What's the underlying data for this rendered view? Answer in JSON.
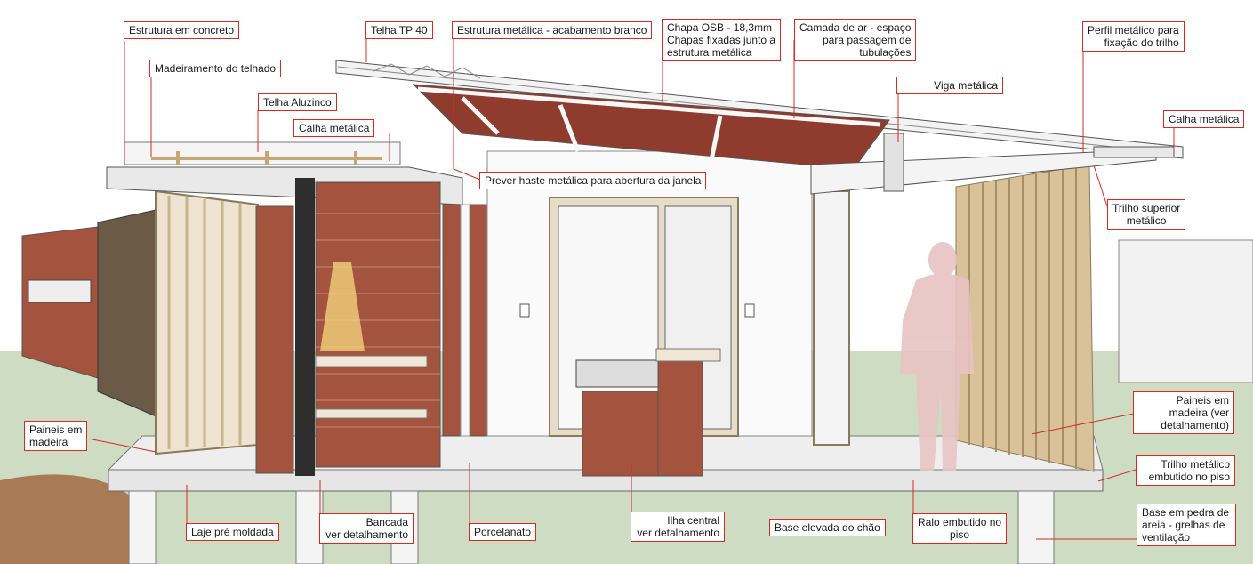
{
  "colors": {
    "label_border": "#d8281f",
    "leader_line": "#d8281f",
    "brick": "#a4533f",
    "osb": "#8f3b2e",
    "wood": "#d9c29a",
    "ground": "#cfdcc4",
    "figure": "#e8c3c3"
  },
  "labels": {
    "estrutura_concreto": "Estrutura em concreto",
    "madeiramento": "Madeiramento do telhado",
    "telha_aluzinco": "Telha Aluzinco",
    "calha_metalica_left": "Calha metálica",
    "telha_tp40": "Telha TP 40",
    "estrutura_metalica": "Estrutura metálica - acabamento branco",
    "chapa_osb": [
      "Chapa OSB - 18,3mm",
      "Chapas fixadas junto a",
      "estrutura metálica"
    ],
    "camada_ar": [
      "Camada de ar - espaço",
      "para passagem de",
      "tubulações"
    ],
    "perfil_metalico": [
      "Perfil metálico para",
      "fixação do trilho"
    ],
    "calha_metalica_right": "Calha metálica",
    "viga_metalica": "Viga metálica",
    "prever_haste": "Prever haste metálica para abertura da janela",
    "trilho_superior": [
      "Trilho superior",
      "metálico"
    ],
    "paineis_left": [
      "Paineis em",
      "madeira"
    ],
    "paineis_right": [
      "Paineis em",
      "madeira (ver",
      "detalhamento)"
    ],
    "trilho_piso": [
      "Trilho metálico",
      "embutido no piso"
    ],
    "base_pedra": [
      "Base em pedra de",
      "areia - grelhas de",
      "ventilação"
    ],
    "laje": "Laje pré moldada",
    "bancada": [
      "Bancada",
      "ver detalhamento"
    ],
    "porcelanato": "Porcelanato",
    "ilha_central": [
      "Ilha central",
      "ver detalhamento"
    ],
    "base_elevada": "Base elevada do chão",
    "ralo": [
      "Ralo embutido no",
      "piso"
    ]
  }
}
